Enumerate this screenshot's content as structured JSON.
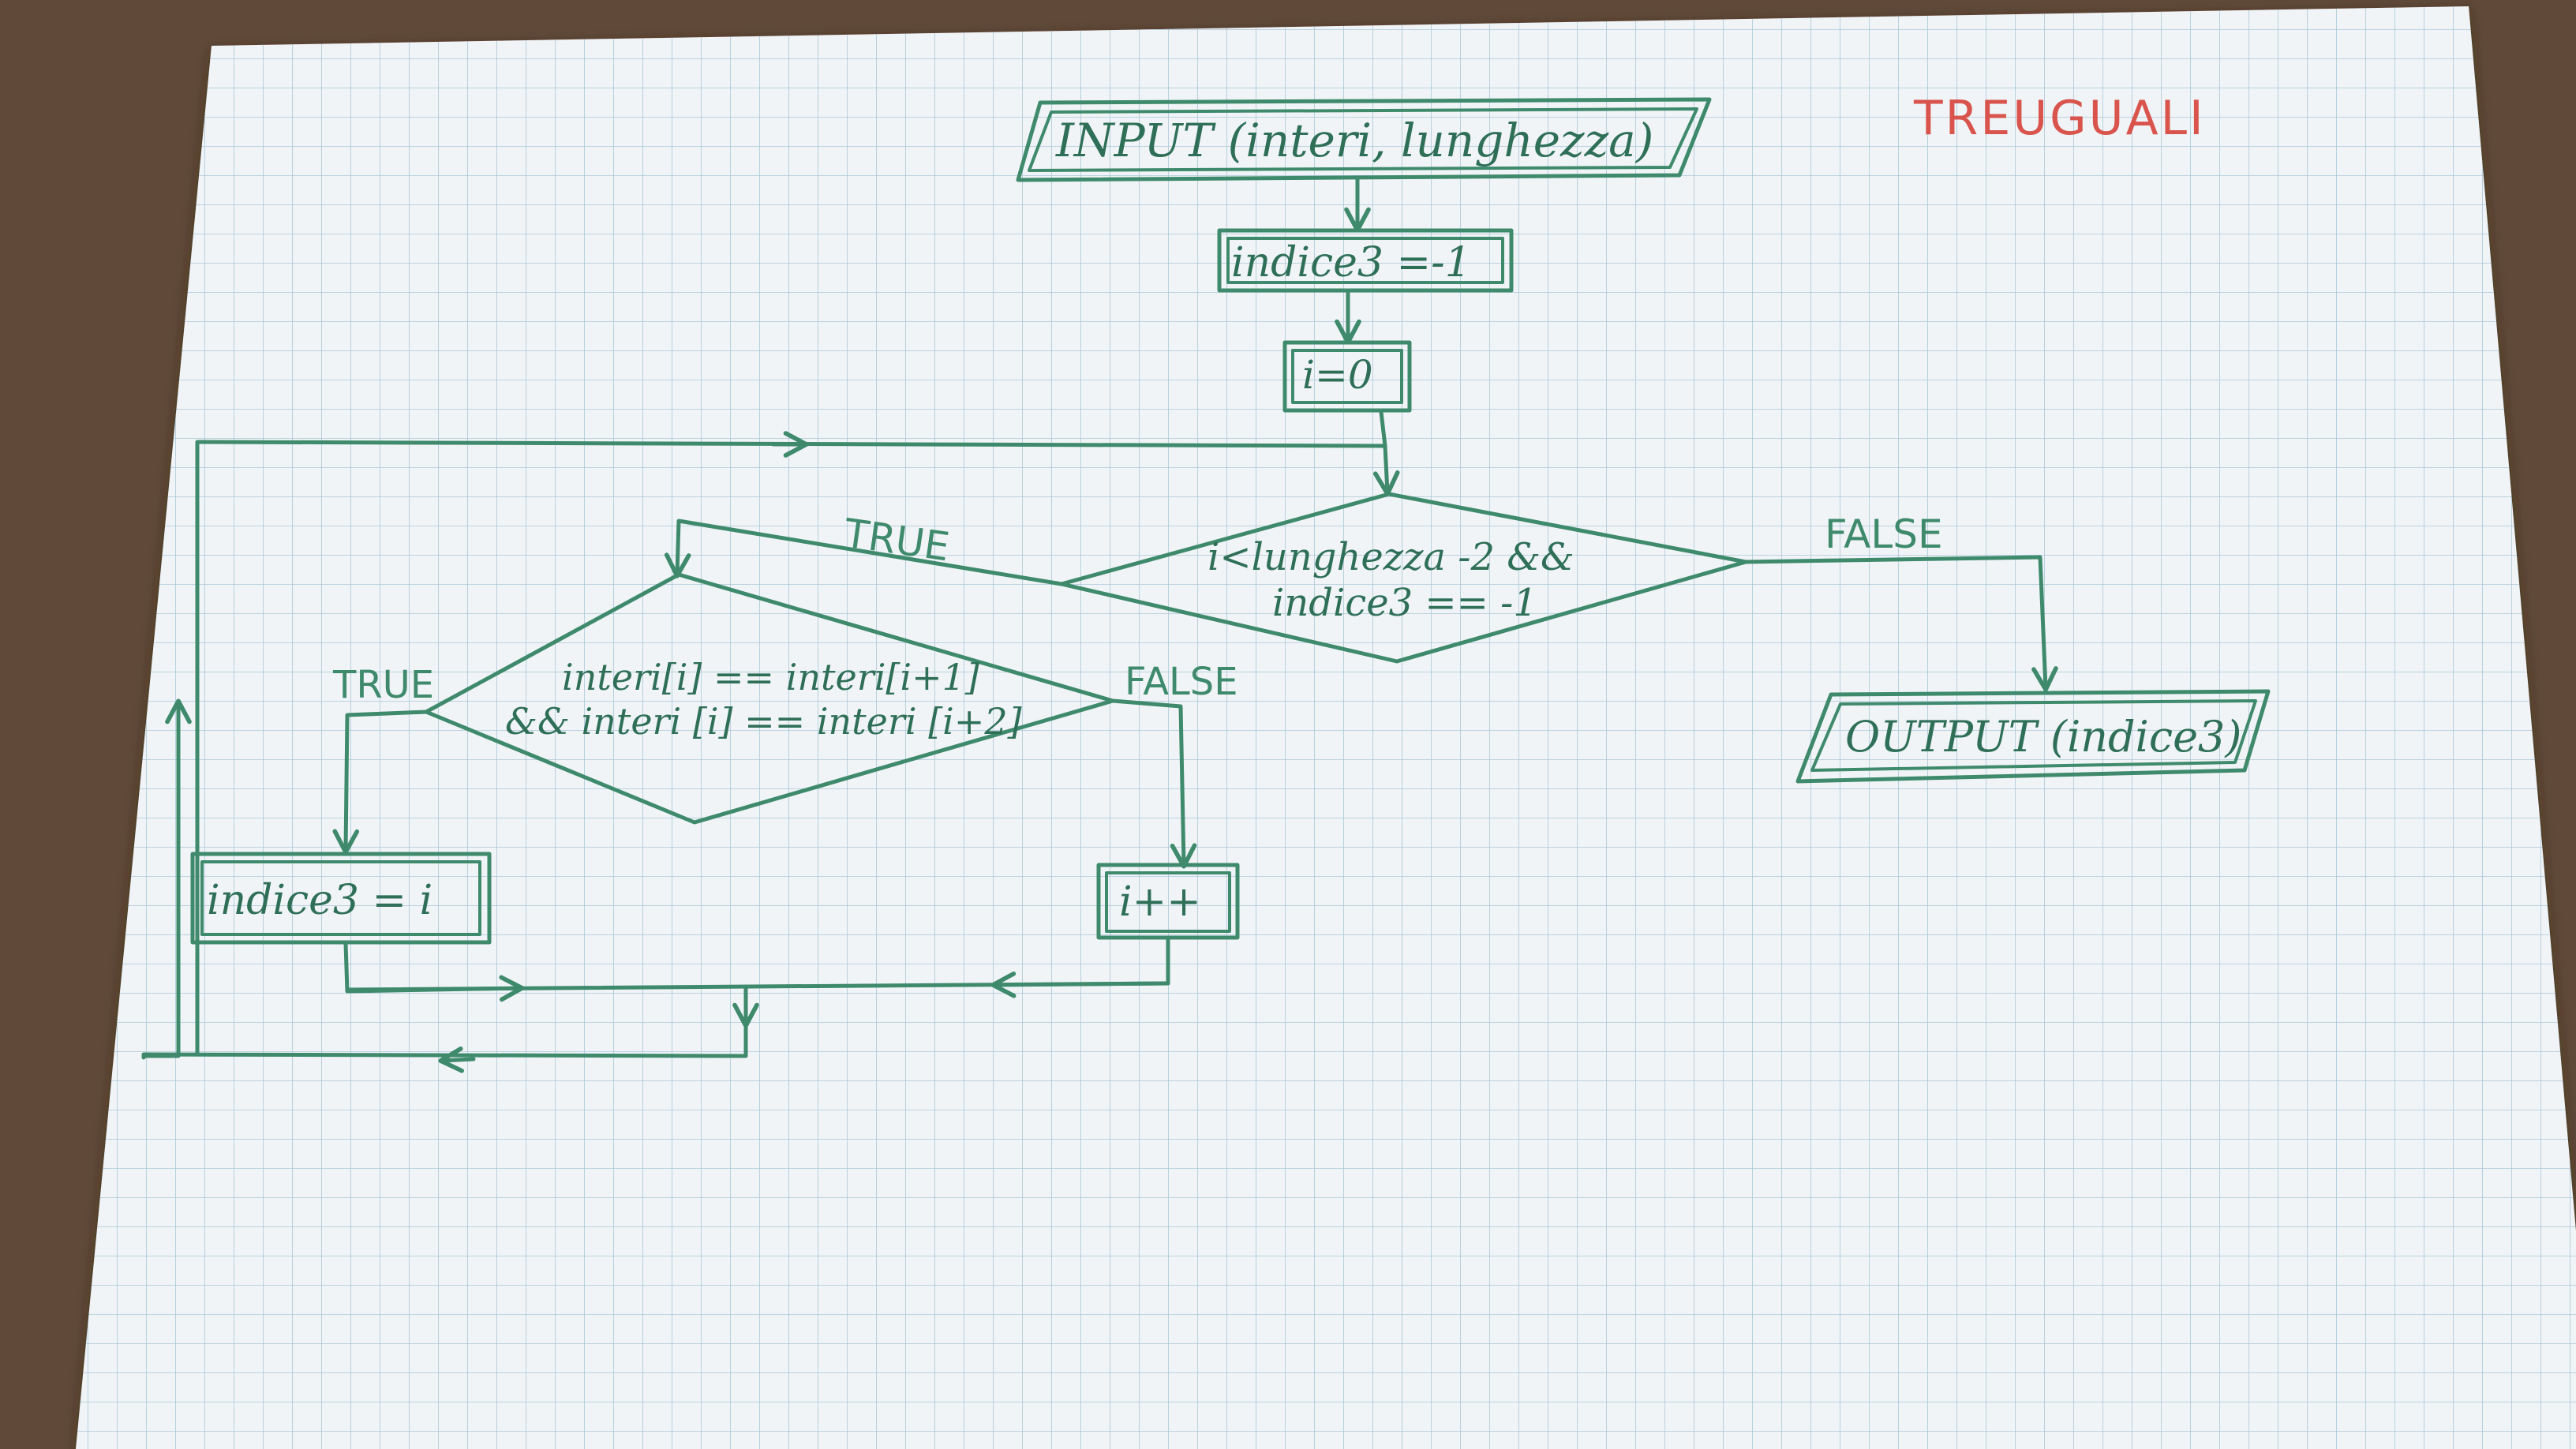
{
  "title": "TREUGUALI",
  "nodes": {
    "input": "INPUT (interi, lunghezza)",
    "init_index": "indice3 =-1",
    "init_i": "i=0",
    "loop_cond_line1": "i<lunghezza -2 &&",
    "loop_cond_line2": "indice3 == -1",
    "check_line1": "interi[i] == interi[i+1]",
    "check_line2": "&& interi [i] == interi [i+2]",
    "assign": "indice3 = i",
    "increment": "i++",
    "output": "OUTPUT (indice3)"
  },
  "edge_labels": {
    "loop_true": "TRUE",
    "loop_false": "FALSE",
    "check_true": "TRUE",
    "check_false": "FALSE"
  },
  "colors": {
    "ink": "#3f8a6c",
    "title": "#d8544c",
    "paper": "#eef3f6",
    "grid": "#9fbfd4",
    "table": "#6b5240"
  }
}
